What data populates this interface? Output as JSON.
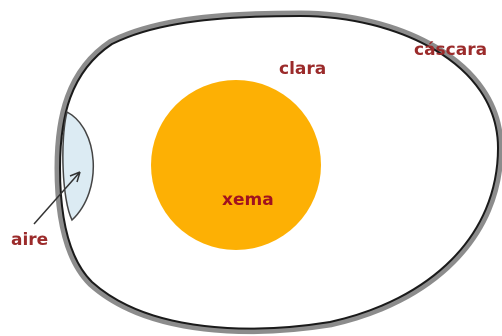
{
  "labels": {
    "shell": "cáscara",
    "white": "clara",
    "yolk": "xema",
    "air": "aire"
  },
  "colors": {
    "shell_outer": "#8c8c8c",
    "shell_inner": "#1a1a1a",
    "white": "#ffffff",
    "yolk": "#fdb004",
    "air": "#dcebf3",
    "label_text": "#9b2b2b",
    "yolk_label_text": "#a0121f",
    "pointer": "#333333"
  }
}
